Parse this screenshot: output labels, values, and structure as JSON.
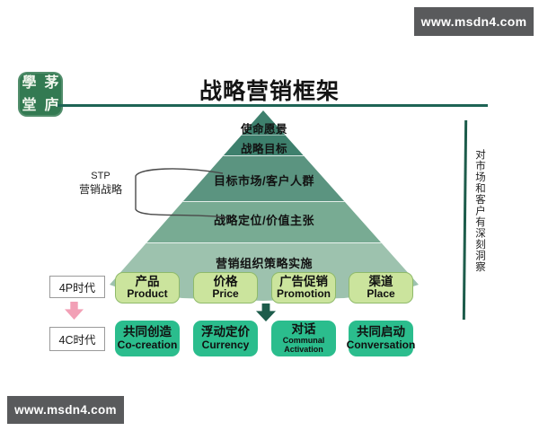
{
  "watermarks": {
    "top": "www.msdn4.com",
    "bottom": "www.msdn4.com"
  },
  "logo": {
    "top_left": "學",
    "top_right": "茅",
    "bottom_left": "堂",
    "bottom_right": "庐"
  },
  "header": {
    "title": "战略营销框架"
  },
  "pyramid": {
    "levels": [
      "使命愿景",
      "战略目标",
      "目标市场/客户人群",
      "战略定位/价值主张",
      "营销组织策略实施"
    ]
  },
  "stp": {
    "abbr": "STP",
    "label": "营销战略"
  },
  "side_note": "对市场和客户有深刻洞察",
  "eras": {
    "p4": "4P时代",
    "c4": "4C时代"
  },
  "marketing_4p": [
    {
      "cn": "产品",
      "en": "Product"
    },
    {
      "cn": "价格",
      "en": "Price"
    },
    {
      "cn": "广告促销",
      "en": "Promotion"
    },
    {
      "cn": "渠道",
      "en": "Place"
    }
  ],
  "marketing_4c": [
    {
      "cn": "共同创造",
      "en": "Co-creation"
    },
    {
      "cn": "浮动定价",
      "en": "Currency"
    },
    {
      "cn": "对话",
      "en": "Communal Activation"
    },
    {
      "cn": "共同启动",
      "en": "Conversation"
    }
  ],
  "icons": [
    "seal-logo",
    "down-arrow-pink",
    "down-arrow-dark"
  ],
  "colors": {
    "band_dark": "#3e806d",
    "band_mid": "#5b9480",
    "band_light": "#78ab93",
    "band_lightest": "#9dc2ae",
    "accent_line": "#1e6455",
    "card_4p": "#cbe49d",
    "card_4c": "#2bbd8d",
    "arrow_pink": "#f2a0b6",
    "arrow_dark": "#1d5c4b",
    "watermark_bg": "#595a5c",
    "seal_green": "#337a52"
  }
}
